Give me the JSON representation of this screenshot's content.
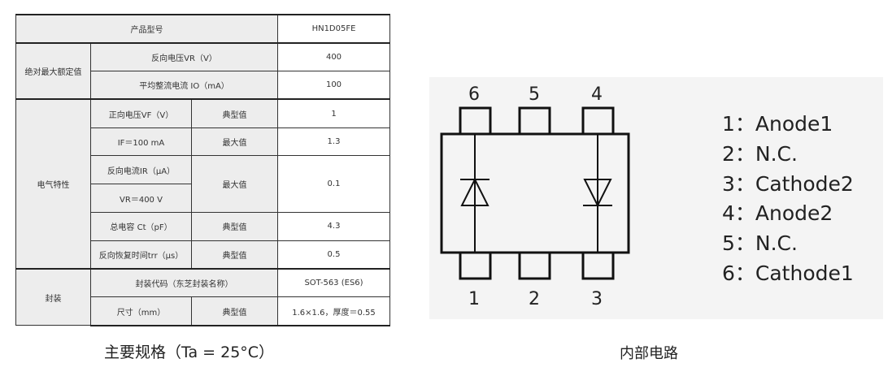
{
  "table": {
    "model_label": "产品型号",
    "model_value": "HN1D05FE",
    "abs_max": {
      "group": "绝对最大额定值",
      "vr_label": "反向电压VR（V）",
      "vr_value": "400",
      "io_label": "平均整流电流 IO（mA）",
      "io_value": "100"
    },
    "electrical": {
      "group": "电气特性",
      "vf_label": "正向电压VF（V）",
      "vf_type": "典型值",
      "vf_value": "1",
      "if_label": "IF＝100 mA",
      "if_type": "最大值",
      "if_value": "1.3",
      "ir_label": "反向电流IR（μA）",
      "ir_type": "最大值",
      "ir_value": "0.1",
      "vr_cond": "VR＝400 V",
      "ct_label": "总电容 Ct（pF）",
      "ct_type": "典型值",
      "ct_value": "4.3",
      "trr_label": "反向恢复时间trr（μs）",
      "trr_type": "典型值",
      "trr_value": "0.5"
    },
    "package": {
      "group": "封装",
      "code_label": "封装代码（东芝封装名称）",
      "code_value": "SOT-563 (ES6)",
      "size_label": "尺寸（mm）",
      "size_type": "典型值",
      "size_value": "1.6×1.6，厚度＝0.55"
    }
  },
  "captions": {
    "left": "主要规格（Ta = 25°C）",
    "right": "内部电路"
  },
  "diagram": {
    "top_pins": [
      "6",
      "5",
      "4"
    ],
    "bottom_pins": [
      "1",
      "2",
      "3"
    ],
    "legend": [
      "1：Anode1",
      "2：N.C.",
      "3：Cathode2",
      "4：Anode2",
      "5：N.C.",
      "6：Cathode1"
    ]
  }
}
